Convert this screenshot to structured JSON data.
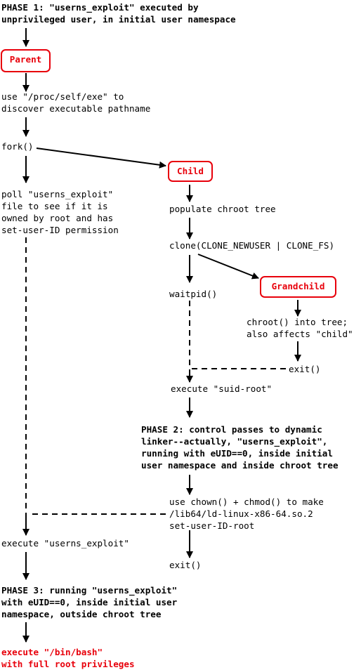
{
  "phase1": "PHASE 1: \"userns_exploit\" executed by\nunprivileged user, in initial user namespace",
  "boxes": {
    "parent": "Parent",
    "child": "Child",
    "grandchild": "Grandchild"
  },
  "parent_steps": {
    "proc_self_exe": "use \"/proc/self/exe\" to\ndiscover executable pathname",
    "fork": "fork()",
    "poll": "poll \"userns_exploit\"\nfile to see if it is\nowned by root and has\nset-user-ID permission",
    "execute_exploit": "execute \"userns_exploit\""
  },
  "child_steps": {
    "populate": "populate chroot tree",
    "clone": "clone(CLONE_NEWUSER | CLONE_FS)",
    "waitpid": "waitpid()",
    "execute_suid": "execute \"suid-root\"",
    "phase2": "PHASE 2: control passes to dynamic\nlinker--actually, \"userns_exploit\",\nrunning with eUID==0, inside initial\nuser namespace and inside chroot tree",
    "chown_chmod": "use chown() + chmod() to make\n/lib64/ld-linux-x86-64.so.2\nset-user-ID-root",
    "exit": "exit()"
  },
  "grandchild_steps": {
    "chroot": "chroot() into tree;\nalso affects \"child\"",
    "exit": "exit()"
  },
  "phase3": "PHASE 3: running \"userns_exploit\"\nwith eUID==0, inside initial user\nnamespace, outside chroot tree",
  "final": "execute \"/bin/bash\"\nwith full root privileges",
  "colors": {
    "accent_red": "#e8000b",
    "text": "#000000"
  }
}
